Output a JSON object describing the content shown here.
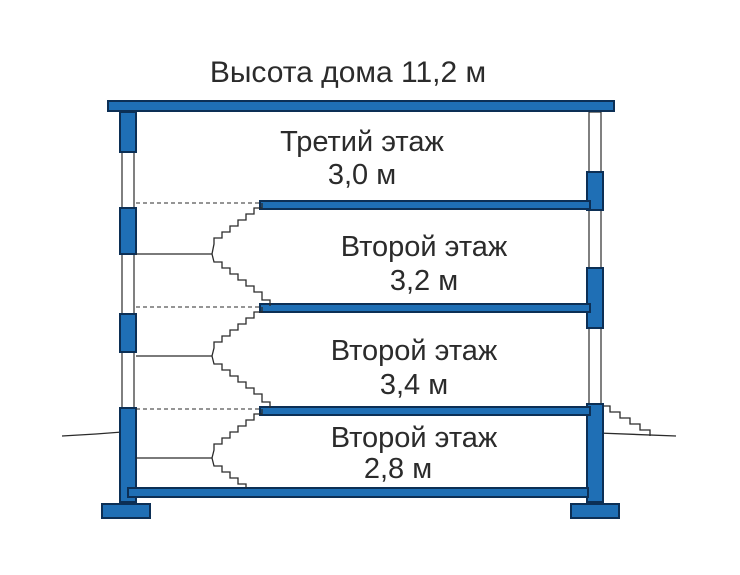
{
  "title": "Высота дома 11,2 м",
  "floors": [
    {
      "name": "Третий этаж",
      "height": "3,0 м"
    },
    {
      "name": "Второй этаж",
      "height": "3,2 м"
    },
    {
      "name": "Второй этаж",
      "height": "3,4 м"
    },
    {
      "name": "Второй этаж",
      "height": "2,8 м"
    }
  ],
  "colors": {
    "structure": "#1f6fb5",
    "outline": "#0c2f55",
    "lines": "#2b2b2b"
  }
}
